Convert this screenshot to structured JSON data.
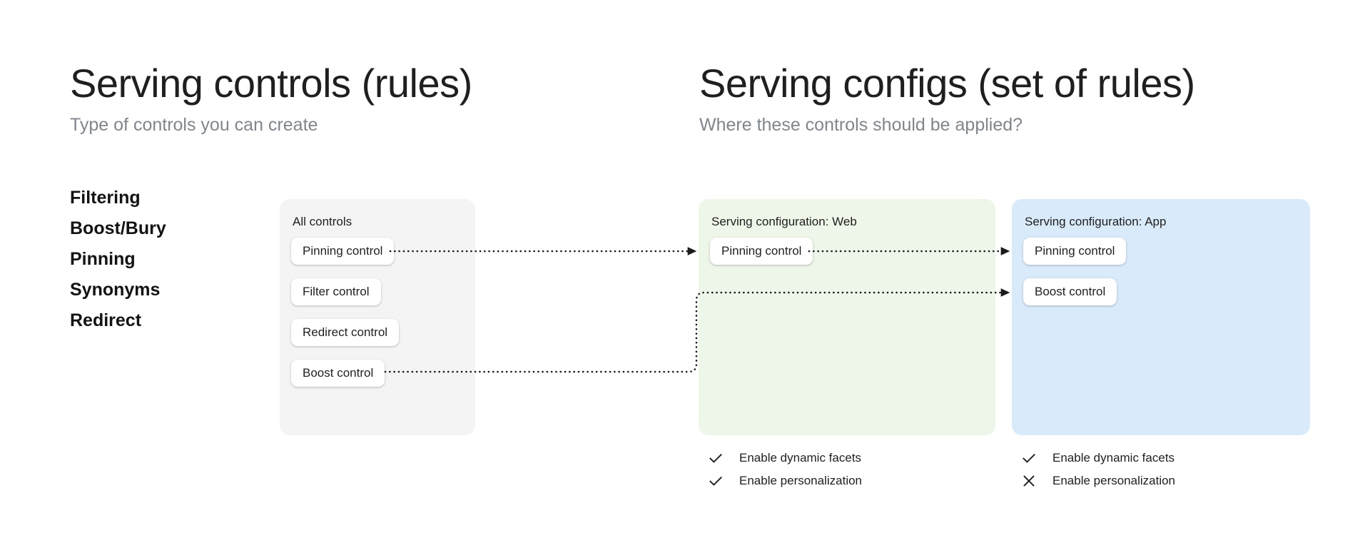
{
  "left_column": {
    "title": "Serving controls (rules)",
    "subtitle": "Type of controls you can create",
    "control_types": [
      "Filtering",
      "Boost/Bury",
      "Pinning",
      "Synonyms",
      "Redirect"
    ]
  },
  "right_column": {
    "title": "Serving configs (set of rules)",
    "subtitle": "Where these controls should be applied?"
  },
  "panels": {
    "all_controls": {
      "label": "All controls",
      "background": "#f4f4f4",
      "chips": [
        "Pinning control",
        "Filter control",
        "Redirect control",
        "Boost control"
      ]
    },
    "config_web": {
      "label": "Serving configuration: Web",
      "background": "#eef5e9",
      "chips": [
        "Pinning control"
      ],
      "options": [
        {
          "label": "Enable dynamic facets",
          "state": "check",
          "icon": "check-icon"
        },
        {
          "label": "Enable personalization",
          "state": "check",
          "icon": "check-icon"
        }
      ]
    },
    "config_app": {
      "label": "Serving configuration: App",
      "background": "#d9eafb",
      "chips": [
        "Pinning control",
        "Boost control"
      ],
      "options": [
        {
          "label": "Enable dynamic facets",
          "state": "check",
          "icon": "check-icon"
        },
        {
          "label": "Enable personalization",
          "state": "cross",
          "icon": "close-icon"
        }
      ]
    }
  },
  "connectors": [
    {
      "from": "all-controls.Pinning control",
      "to": "config-web.Pinning control",
      "style": "dotted-arrow"
    },
    {
      "from": "config-web.Pinning control",
      "to": "config-app.Pinning control",
      "style": "dotted-arrow"
    },
    {
      "from": "all-controls.Boost control",
      "to": "config-app.Boost control",
      "style": "dotted-arrow"
    }
  ],
  "colors": {
    "text": "#1f1f1f",
    "muted": "#80868b",
    "panel_gray": "#f4f4f4",
    "panel_green": "#eef5e9",
    "panel_blue": "#d9eafb",
    "connector": "#1b1b1b"
  }
}
